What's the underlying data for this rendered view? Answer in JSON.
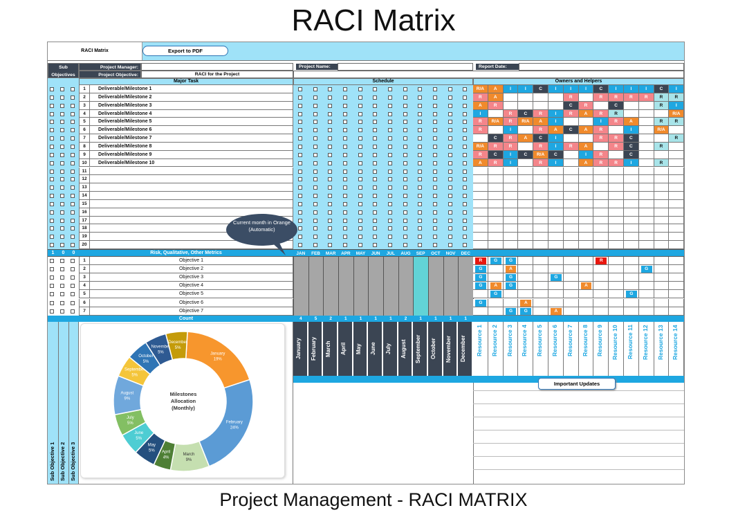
{
  "page_title": "RACI Matrix",
  "footer_title": "Project Management - RACI MATRIX",
  "toolbar": {
    "sheet_label": "RACI Matrix",
    "export_label": "Export to PDF"
  },
  "header": {
    "sub": "Sub",
    "objectives": "Objectives",
    "pm_label": "Project Manager:",
    "po_label": "Project Objective:",
    "po_value": "RACI for the Project",
    "pn_label": "Project Name:",
    "rd_label": "Report Date:"
  },
  "sections": {
    "major_task": "Major Task",
    "schedule": "Schedule",
    "owners": "Owners and Helpers",
    "risk": "Risk, Qualitative, Other Metrics",
    "count": "Count"
  },
  "sub_counts": [
    "1",
    "0",
    "0"
  ],
  "tasks": [
    "Deliverable/Milestone 1",
    "Deliverable/Milestone 2",
    "Deliverable/Milestone 3",
    "Deliverable/Milestone 4",
    "Deliverable/Milestone 5",
    "Deliverable/Milestone 6",
    "Deliverable/Milestone 7",
    "Deliverable/Milestone 8",
    "Deliverable/Milestone 9",
    "Deliverable/Milestone 10",
    "",
    "",
    "",
    "",
    "",
    "",
    "",
    "",
    "",
    ""
  ],
  "row_numbers": [
    "1",
    "2",
    "3",
    "4",
    "5",
    "6",
    "7",
    "8",
    "9",
    "10",
    "11",
    "12",
    "13",
    "14",
    "15",
    "16",
    "17",
    "18",
    "19",
    "20"
  ],
  "months_abbr": [
    "JAN",
    "FEB",
    "MAR",
    "APR",
    "MAY",
    "JUN",
    "JUL",
    "AUG",
    "SEP",
    "OCT",
    "NOV",
    "DEC"
  ],
  "months_full": [
    "January",
    "February",
    "March",
    "April",
    "May",
    "June",
    "July",
    "August",
    "September",
    "October",
    "November",
    "December"
  ],
  "month_counts": [
    "4",
    "5",
    "2",
    "1",
    "1",
    "1",
    "1",
    "2",
    "1",
    "1",
    "1",
    "1"
  ],
  "current_month_index": 8,
  "objectives": [
    "Objective 1",
    "Objective 2",
    "Objective 3",
    "Objective 4",
    "Objective 5",
    "Objective 6",
    "Objective 7"
  ],
  "objective_numbers": [
    "1",
    "2",
    "3",
    "4",
    "5",
    "6",
    "7"
  ],
  "resources": [
    "Resource 1",
    "Resource 2",
    "Resource 3",
    "Resource 4",
    "Resource 5",
    "Resource 6",
    "Resource 7",
    "Resource 8",
    "Resource 9",
    "Resource 10",
    "Resource 11",
    "Resource 12",
    "Resource 13",
    "Resource 14"
  ],
  "sub_objective_labels": [
    "Sub Objective 1",
    "Sub Objective 2",
    "Sub Objective 3"
  ],
  "bubble_text": "Current month in Orange (Automatic)",
  "important_updates_label": "Important Updates",
  "colors": {
    "R": "#f4858a",
    "A": "#f08a2c",
    "C": "#3b4553",
    "I": "#1ea7e1",
    "RA": "#f08a2c",
    "Rlight": "#a8e4e9",
    "G": "#1ea7e1",
    "Rred": "#e8170f",
    "header_light": "#9fe2f8",
    "current_month": "#62d3d6",
    "gray": "#a6a6a6"
  },
  "raci": [
    [
      "R/A",
      "A",
      "I",
      "I",
      "C",
      "I",
      "I",
      "I",
      "C",
      "I",
      "I",
      "I",
      "C",
      "I"
    ],
    [
      "R",
      "A",
      "",
      "",
      "",
      "",
      "R",
      "",
      "R",
      "R",
      "R",
      "R",
      "R",
      "R"
    ],
    [
      "A",
      "R",
      "",
      "",
      "",
      "",
      "C",
      "R",
      "",
      "C",
      "",
      "",
      "R",
      "I"
    ],
    [
      "I",
      "",
      "R",
      "C",
      "R",
      "I",
      "R",
      "A",
      "R",
      "R",
      "",
      "",
      "",
      "R/A"
    ],
    [
      "R",
      "R/A",
      "R",
      "R/A",
      "A",
      "I",
      "",
      "",
      "I",
      "R",
      "A",
      "",
      "R",
      "R"
    ],
    [
      "R",
      "",
      "I",
      "",
      "R",
      "A",
      "C",
      "A",
      "R",
      "",
      "I",
      "",
      "R/A",
      ""
    ],
    [
      "",
      "C",
      "R",
      "A",
      "C",
      "I",
      "",
      "",
      "R",
      "R",
      "C",
      "",
      "",
      "R"
    ],
    [
      "R/A",
      "R",
      "R",
      "",
      "R",
      "I",
      "R",
      "A",
      "",
      "R",
      "C",
      "",
      "R",
      ""
    ],
    [
      "R",
      "C",
      "I",
      "C",
      "R/A",
      "C",
      "",
      "I",
      "R",
      "",
      "C",
      "",
      "",
      ""
    ],
    [
      "A",
      "R",
      "I",
      "",
      "R",
      "I",
      "",
      "A",
      "R",
      "R",
      "I",
      "",
      "R",
      ""
    ]
  ],
  "metrics": [
    [
      "R",
      "G",
      "G",
      "",
      "",
      "",
      "",
      "",
      "R",
      "",
      "",
      "",
      "",
      ""
    ],
    [
      "G",
      "",
      "A",
      "",
      "",
      "",
      "",
      "",
      "",
      "",
      "",
      "G",
      "",
      ""
    ],
    [
      "G",
      "",
      "G",
      "",
      "",
      "G",
      "",
      "",
      "",
      "",
      "",
      "",
      "",
      ""
    ],
    [
      "G",
      "A",
      "G",
      "",
      "",
      "",
      "",
      "A",
      "",
      "",
      "",
      "",
      "",
      ""
    ],
    [
      "",
      "G",
      "",
      "",
      "",
      "",
      "",
      "",
      "",
      "",
      "G",
      "",
      "",
      ""
    ],
    [
      "G",
      "",
      "",
      "A",
      "",
      "",
      "",
      "",
      "",
      "",
      "",
      "",
      "",
      ""
    ],
    [
      "",
      "",
      "G",
      "G",
      "",
      "A",
      "",
      "",
      "",
      "",
      "",
      "",
      "",
      ""
    ]
  ],
  "chart_data": {
    "type": "pie",
    "title": "Milestones Allocation (Monthly)",
    "categories": [
      "January",
      "February",
      "March",
      "April",
      "May",
      "June",
      "July",
      "August",
      "September",
      "October",
      "November",
      "December"
    ],
    "values": [
      19,
      24,
      9,
      4,
      5,
      5,
      5,
      9,
      5,
      5,
      5,
      5
    ],
    "value_labels": [
      "19%",
      "24%",
      "9%",
      "4%",
      "5%",
      "5%",
      "5%",
      "9%",
      "5%",
      "5%",
      "5%",
      "5%"
    ],
    "colors": [
      "#f7962d",
      "#5b9bd5",
      "#c5dfb0",
      "#4e7f35",
      "#244f7e",
      "#4ecdd3",
      "#83bf63",
      "#70a8dc",
      "#f4c53a",
      "#2f75b5",
      "#2e5a92",
      "#c49b0a"
    ]
  }
}
